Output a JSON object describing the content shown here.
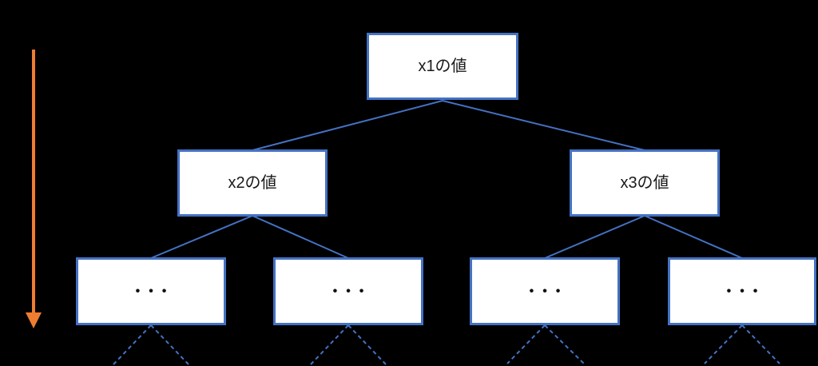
{
  "colors": {
    "background": "#000000",
    "box_fill": "#FFFFFF",
    "box_border": "#4472C4",
    "connector": "#4472C4",
    "arrow": "#ED7D31",
    "node_text": "#1A1A1A"
  },
  "diagram": {
    "type": "tree",
    "levels": 3,
    "nodes": {
      "root": {
        "label": "x1の値"
      },
      "child_left": {
        "label": "x2の値"
      },
      "child_right": {
        "label": "x3の値"
      },
      "grandchildren_label": "•••"
    },
    "edge_styles": {
      "parent_child": "solid",
      "continuation_below_leaves": "dashed"
    },
    "depth_arrow": {
      "direction": "down",
      "color": "#ED7D31"
    }
  }
}
